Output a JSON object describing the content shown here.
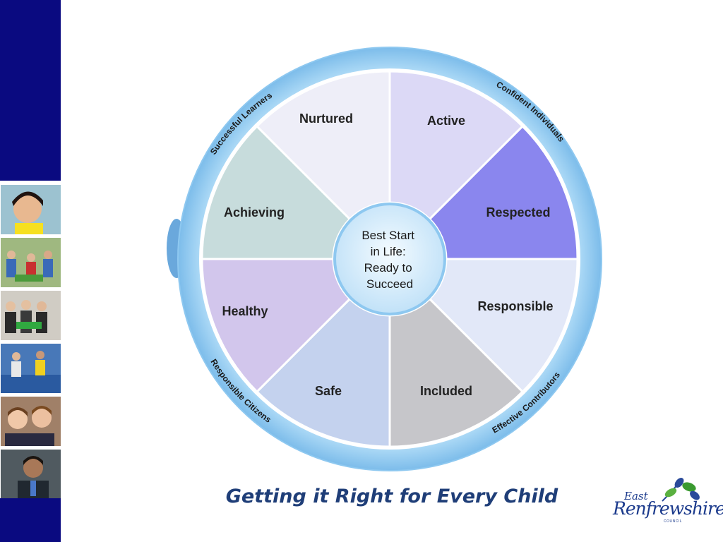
{
  "diagram": {
    "center_lines": [
      "Best Start",
      "in Life:",
      "Ready to",
      "Succeed"
    ],
    "segments": [
      {
        "label": "Active",
        "fill": "#dcd9f6"
      },
      {
        "label": "Respected",
        "fill": "#8a86ee"
      },
      {
        "label": "Responsible",
        "fill": "#e2e8f8"
      },
      {
        "label": "Included",
        "fill": "#c6c6ca"
      },
      {
        "label": "Safe",
        "fill": "#c4d2ee"
      },
      {
        "label": "Healthy",
        "fill": "#d2c6ec"
      },
      {
        "label": "Achieving",
        "fill": "#c7dcdc"
      },
      {
        "label": "Nurtured",
        "fill": "#eeeef8"
      }
    ],
    "ring_labels": {
      "top_left": "Successful Learners",
      "top_right": "Confident Individuals",
      "bottom_left": "Responsible Citizens",
      "bottom_right": "Effective Contributors"
    },
    "colors": {
      "ring": "#8ec8f0",
      "sidebar": "#0a0a80",
      "caption": "#1f3e78"
    }
  },
  "footer": {
    "caption": "Getting it Right for Every Child",
    "logo": {
      "east": "East",
      "name": "Renfrewshire",
      "council": "COUNCIL"
    }
  }
}
